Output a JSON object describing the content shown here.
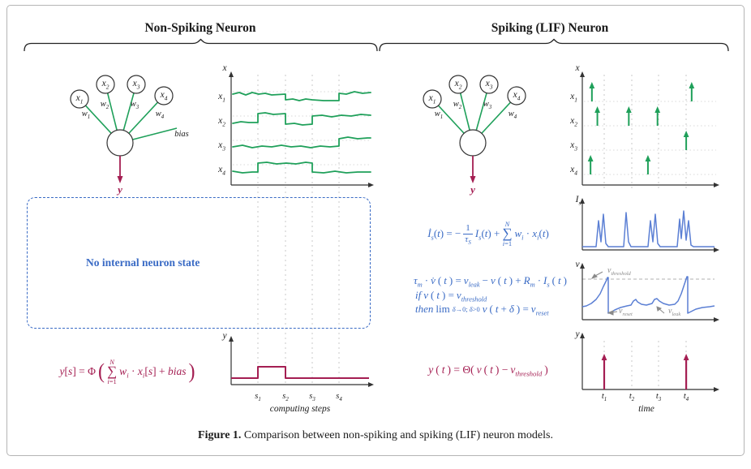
{
  "figure": {
    "caption_label": "Figure 1.",
    "caption_text": " Comparison between non-spiking and spiking (LIF) neuron models."
  },
  "colors": {
    "green": "#1fa05a",
    "magenta": "#a41e52",
    "blue": "#3a6bc5",
    "trace_blue": "#5b7fd4"
  },
  "left": {
    "title": "Non-Spiking Neuron",
    "neuron": {
      "inputs": [
        "x<sub>1</sub>",
        "x<sub>2</sub>",
        "x<sub>3</sub>",
        "x<sub>4</sub>"
      ],
      "weights": [
        "w<sub>1</sub>",
        "w<sub>2</sub>",
        "w<sub>3</sub>",
        "w<sub>4</sub>"
      ],
      "bias": "bias",
      "output": "y"
    },
    "signal_plot": {
      "axis_label": "x",
      "rows": [
        "x<sub>1</sub>",
        "x<sub>2</sub>",
        "x<sub>3</sub>",
        "x<sub>4</sub>"
      ]
    },
    "state_note": "No internal neuron state",
    "equation": {
      "lhs": "<i>y</i>[<i>s</i>] = Φ",
      "open": "(",
      "sum_top": "<i>N</i>",
      "sum_sym": "∑",
      "sum_bot": "<i>i</i>=1",
      "body": "<i>w<sub>i</sub></i> · <i>x<sub>i</sub></i>[<i>s</i>] + <i>bias</i>",
      "close": ")"
    },
    "output_plot": {
      "axis_label": "y",
      "ticks": [
        "s<sub>1</sub>",
        "s<sub>2</sub>",
        "s<sub>3</sub>",
        "s<sub>4</sub>"
      ],
      "xlabel": "computing steps"
    }
  },
  "right": {
    "title": "Spiking (LIF) Neuron",
    "neuron": {
      "inputs": [
        "x<sub>1</sub>",
        "x<sub>2</sub>",
        "x<sub>3</sub>",
        "x<sub>4</sub>"
      ],
      "weights": [
        "w<sub>1</sub>",
        "w<sub>2</sub>",
        "w<sub>3</sub>",
        "w<sub>4</sub>"
      ],
      "output": "y"
    },
    "spike_plot": {
      "axis_label": "x",
      "rows": [
        "x<sub>1</sub>",
        "x<sub>2</sub>",
        "x<sub>3</sub>",
        "x<sub>4</sub>"
      ],
      "spikes": [
        [
          1,
          0.55
        ],
        [
          1,
          4.2
        ],
        [
          2,
          0.75
        ],
        [
          2,
          1.9
        ],
        [
          2,
          2.95
        ],
        [
          3,
          4.0
        ],
        [
          4,
          0.5
        ],
        [
          4,
          2.6
        ]
      ]
    },
    "current_plot": {
      "axis_label": "I<sub>s</sub>"
    },
    "voltage_plot": {
      "axis_label": "v",
      "threshold_label": "v<sub>threshold</sub>",
      "reset_label": "v<sub>reset</sub>",
      "leak_label": "v<sub>leak</sub>"
    },
    "equations": {
      "current": {
        "lhs": "<i>İ<sub>s</sub></i>(<i>t</i>) = −",
        "num": "1",
        "den": "<i>τ<sub>S</sub></i>",
        "mid": "<i>I<sub>s</sub></i>(<i>t</i>) +",
        "sum_top": "<i>N</i>",
        "sum_sym": "∑",
        "sum_bot": "<i>i</i>=1",
        "body": "<i>w<sub>i</sub></i> · <i>x<sub>i</sub></i>(<i>t</i>)"
      },
      "voltage": "<i>τ<sub>m</sub></i> · <i>v̇</i>(<i>t</i>) = <i>v<sub>leak</sub></i> − <i>v</i>(<i>t</i>) + <i>R<sub>m</sub></i> · <i>I<sub>s</sub></i>(<i>t</i>)",
      "condition": "<i>if</i>  <i>v</i>(<i>t</i>) = <i>v<sub>threshold</sub></i>",
      "reset": "<i>then</i>  lim<sub><i>δ</i>→0; <i>δ</i>>0</sub> <i>v</i>(<i>t</i>+<i>δ</i>) = <i>v<sub>reset</sub></i>"
    },
    "output_equation": "<i>y</i>(<i>t</i>) = Θ(<i>v</i>(<i>t</i>) − <i>v<sub>threshold</sub></i>)",
    "output_plot": {
      "axis_label": "y",
      "ticks": [
        "t<sub>1</sub>",
        "t<sub>2</sub>",
        "t<sub>3</sub>",
        "t<sub>4</sub>"
      ],
      "xlabel": "time",
      "spikes": [
        1,
        4
      ]
    }
  }
}
